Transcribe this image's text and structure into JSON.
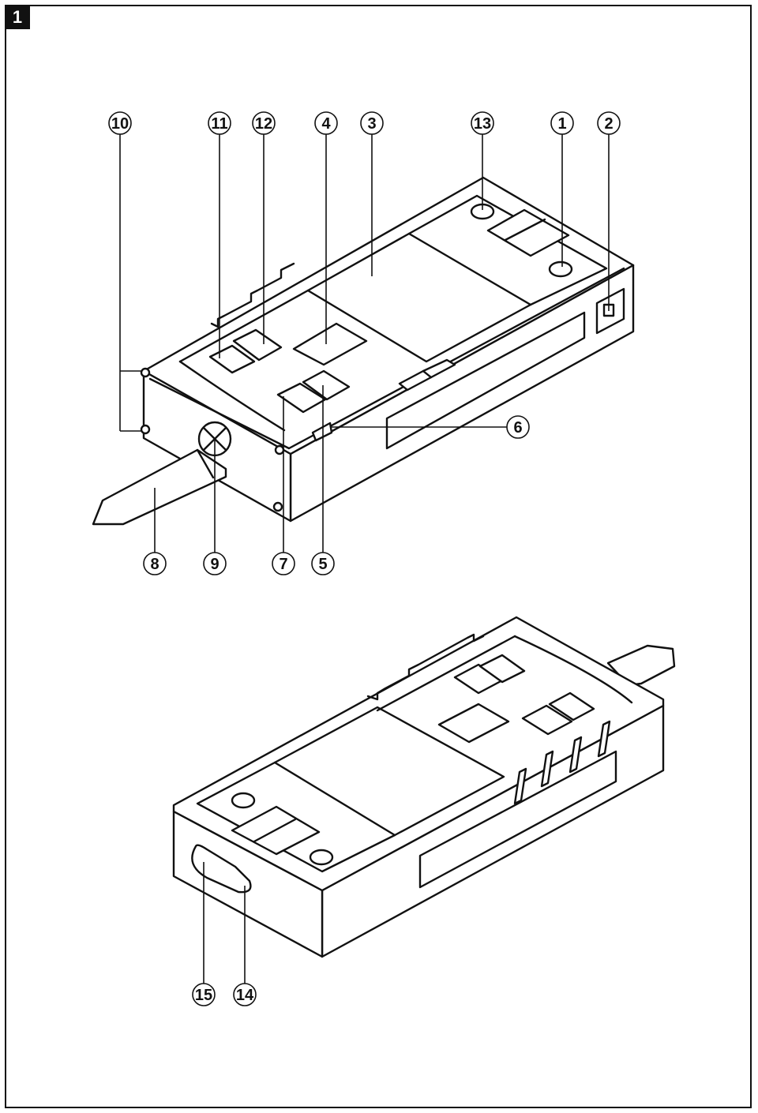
{
  "figure": {
    "number": "1"
  },
  "callouts": {
    "c1": "1",
    "c2": "2",
    "c3": "3",
    "c4": "4",
    "c5": "5",
    "c6": "6",
    "c7": "7",
    "c8": "8",
    "c9": "9",
    "c10": "10",
    "c11": "11",
    "c12": "12",
    "c13": "13",
    "c14": "14",
    "c15": "15"
  },
  "colors": {
    "line": "#111111",
    "background": "#ffffff"
  }
}
